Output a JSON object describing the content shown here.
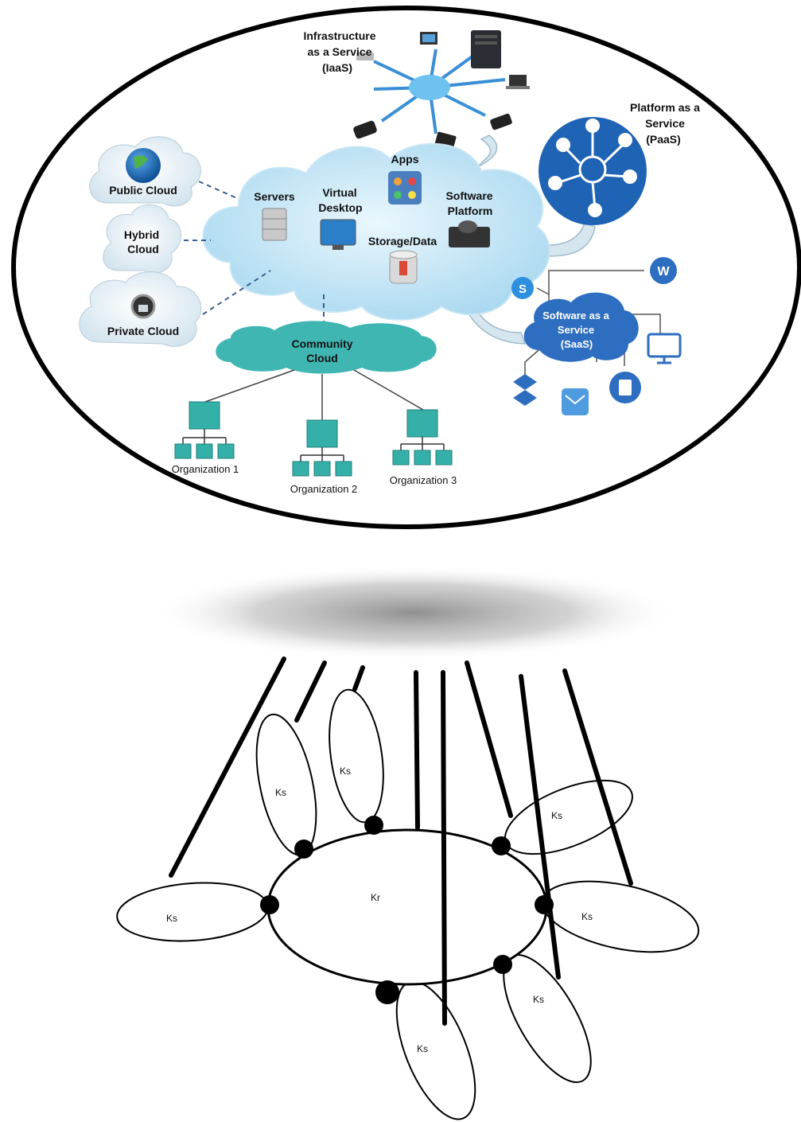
{
  "cloud_diagram": {
    "iaas": {
      "line1": "Infrastructure",
      "line2": "as a Service",
      "line3": "(IaaS)"
    },
    "paas": {
      "line1": "Platform as a",
      "line2": "Service",
      "line3": "(PaaS)"
    },
    "saas": {
      "line1": "Software as a",
      "line2": "Service",
      "line3": "(SaaS)"
    },
    "public_cloud": "Public Cloud",
    "hybrid_cloud": {
      "line1": "Hybrid",
      "line2": "Cloud"
    },
    "private_cloud": "Private Cloud",
    "servers": "Servers",
    "virtual_desktop": {
      "line1": "Virtual",
      "line2": "Desktop"
    },
    "apps": "Apps",
    "software_platform": {
      "line1": "Software",
      "line2": "Platform"
    },
    "storage_data": "Storage/Data",
    "community_cloud": {
      "line1": "Community",
      "line2": "Cloud"
    },
    "organizations": [
      "Organization 1",
      "Organization 2",
      "Organization 3"
    ]
  },
  "ring_network": {
    "center_label": "Kr",
    "sub_label": "Ks"
  },
  "colors": {
    "cloud_blue": "#bfe3f5",
    "paas_blue": "#1f63b5",
    "saas_blue": "#2e6ec0",
    "community_teal": "#3fb6b2",
    "org_teal": "#35b0a8"
  }
}
